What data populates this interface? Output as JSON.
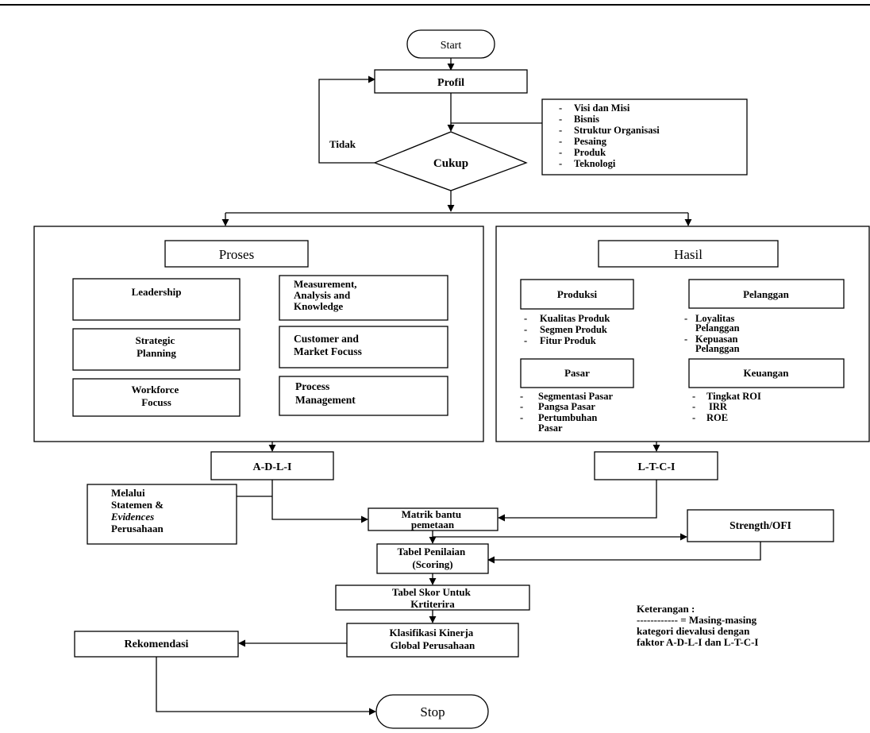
{
  "nodes": {
    "start": "Start",
    "profil": "Profil",
    "cukup": "Cukup",
    "tidak": "Tidak",
    "profil_list": [
      "Visi dan Misi",
      "Bisnis",
      "Struktur Organisasi",
      "Pesaing",
      "Produk",
      "Teknologi"
    ],
    "proses": "Proses",
    "leadership": "Leadership",
    "strategic_planning": [
      "Strategic",
      "Planning"
    ],
    "workforce_focus": [
      "Workforce",
      "Focuss"
    ],
    "measurement": [
      "Measurement,",
      "Analysis and",
      "Knowledge"
    ],
    "customer_market": [
      "Customer and",
      "Market Focuss"
    ],
    "process_management": [
      "Process",
      "Management"
    ],
    "hasil": "Hasil",
    "produksi": "Produksi",
    "produksi_list": [
      "Kualitas Produk",
      "Segmen Produk",
      "Fitur Produk"
    ],
    "pelanggan": "Pelanggan",
    "pelanggan_list": [
      [
        "Loyalitas",
        "Pelanggan"
      ],
      [
        "Kepuasan",
        "Pelanggan"
      ]
    ],
    "pasar": "Pasar",
    "pasar_list": [
      [
        "Segmentasi Pasar"
      ],
      [
        "Pangsa Pasar"
      ],
      [
        "Pertumbuhan",
        "Pasar"
      ]
    ],
    "keuangan": "Keuangan",
    "keuangan_list": [
      "Tingkat ROI",
      "IRR",
      "ROE"
    ],
    "adli": "A-D-L-I",
    "ltci": "L-T-C-I",
    "melalui": [
      "Melalui",
      "Statemen &",
      "Evidences",
      "Perusahaan"
    ],
    "matrik": [
      "Matrik bantu",
      "pemetaan"
    ],
    "strength": "Strength/OFI",
    "tabel_penilaian": [
      "Tabel Penilaian",
      "(Scoring)"
    ],
    "tabel_skor": [
      "Tabel Skor Untuk",
      "Krtiterira"
    ],
    "klasifikasi": [
      "Klasifikasi  Kinerja",
      "Global Perusahaan"
    ],
    "rekomendasi": "Rekomendasi",
    "stop": "Stop"
  },
  "keterangan": {
    "title": "Keterangan :",
    "lines": [
      "------------ = Masing-masing",
      "kategori dievalusi dengan",
      "faktor A-D-L-I dan L-T-C-I"
    ]
  }
}
